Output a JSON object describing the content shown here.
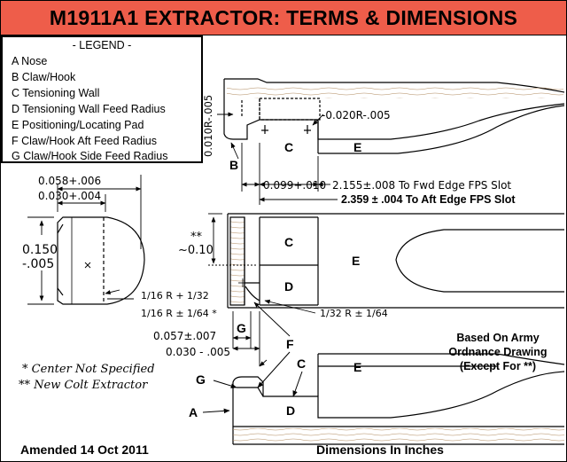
{
  "title": "M1911A1 EXTRACTOR:  TERMS & DIMENSIONS",
  "legend": {
    "header": "- LEGEND -",
    "items": [
      "A  Nose",
      "B  Claw/Hook",
      "C  Tensioning Wall",
      "D  Tensioning Wall Feed Radius",
      "E  Positioning/Locating Pad",
      "F  Claw/Hook Aft Feed Radius",
      "G Claw/Hook Side Feed Radius"
    ]
  },
  "dimensions": {
    "d_010r": "0.010R-.005",
    "d_020r": "-0.020R-.005",
    "d_099": "0.099+.010",
    "d_2155": "2.155±.008 To Fwd Edge FPS Slot",
    "d_2359": "2.359 ± .004 To Aft Edge FPS Slot",
    "d_058": "0.058+.006",
    "d_030a": "0.030+.004",
    "d_150a": "0.150",
    "d_150b": "-.005",
    "d_010c": "**",
    "d_010d": "~0.10",
    "r_1": "1/16 R + 1/32",
    "r_2": "1/16 R ± 1/64 *",
    "d_057": "0.057±.007",
    "d_030b": "0.030 - .005",
    "r_3": "1/32 R ± 1/64"
  },
  "labels": {
    "A": "A",
    "B": "B",
    "C": "C",
    "D": "D",
    "E": "E",
    "F": "F",
    "G": "G"
  },
  "notes": {
    "center": "* Center Not Specified",
    "colt": "** New Colt Extractor",
    "army_1": "Based On Army",
    "army_2": "Ordnance Drawing",
    "army_3": "(Except For **)",
    "amended": "Amended 14 Oct 2011",
    "units": "Dimensions In Inches"
  },
  "colors": {
    "title_bg": "#ee5d4a",
    "ink": "#000000",
    "wood": "#b08a5e"
  }
}
